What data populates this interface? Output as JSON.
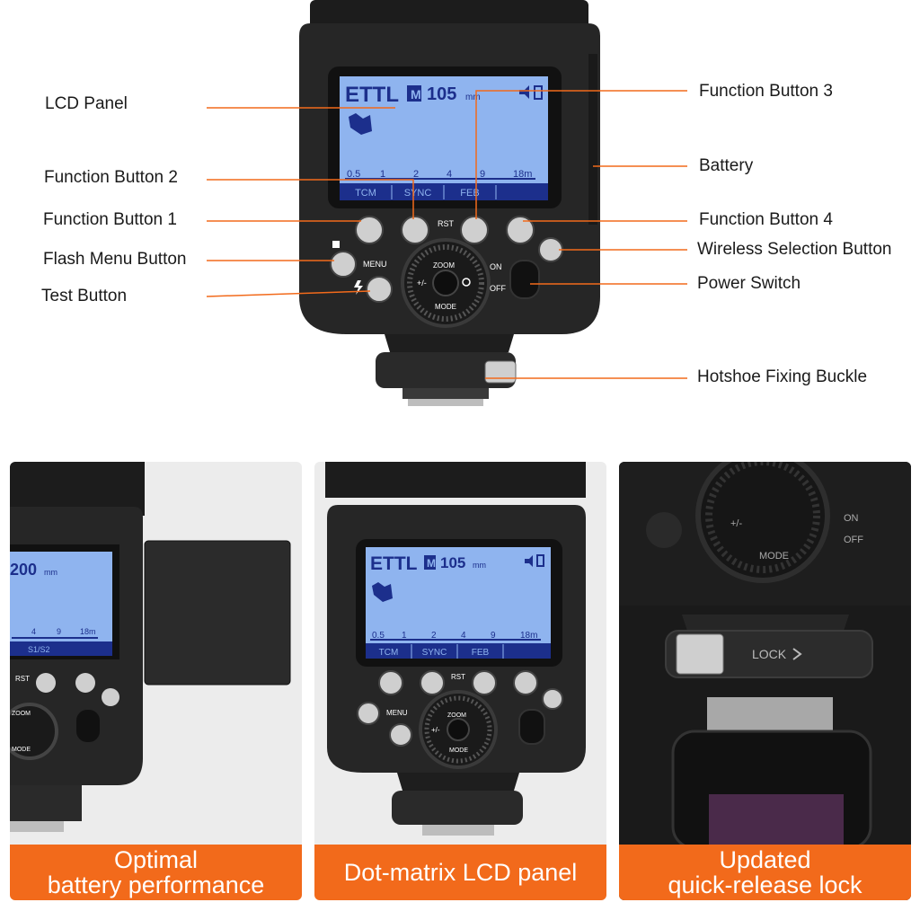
{
  "callouts": {
    "lcd_panel": "LCD Panel",
    "function_button_2": "Function Button 2",
    "function_button_1": "Function Button 1",
    "flash_menu_button": "Flash Menu Button",
    "test_button": "Test Button",
    "function_button_3": "Function Button 3",
    "battery": "Battery",
    "function_button_4": "Function Button 4",
    "wireless_selection_button": "Wireless Selection Button",
    "power_switch": "Power Switch",
    "hotshoe_fixing_buckle": "Hotshoe Fixing Buckle"
  },
  "lcd": {
    "mode": "ETTL",
    "m_badge": "M",
    "zoom": "105",
    "zoom_unit": "mm",
    "scale": [
      "0.5",
      "1",
      "2",
      "4",
      "9",
      "18m"
    ],
    "tabs": [
      "TCM",
      "SYNC",
      "FEB"
    ]
  },
  "lcd_left_panel": {
    "zoom": "200",
    "zoom_unit": "mm",
    "scale": [
      "4",
      "9",
      "18m"
    ],
    "tab": "S1/S2"
  },
  "device_labels": {
    "rst": "RST",
    "menu": "MENU",
    "zoom": "ZOOM",
    "mode": "MODE",
    "plus_minus": "+/-",
    "on": "ON",
    "off": "OFF",
    "lock": "LOCK"
  },
  "captions": {
    "left_line1": "Optimal",
    "left_line2": "battery performance",
    "middle": "Dot-matrix LCD panel",
    "right_line1": "Updated",
    "right_line2": "quick-release lock"
  },
  "colors": {
    "accent": "#f26a1b",
    "lcd_blue": "#8fb4ef",
    "lcd_text": "#1c2f8c"
  }
}
